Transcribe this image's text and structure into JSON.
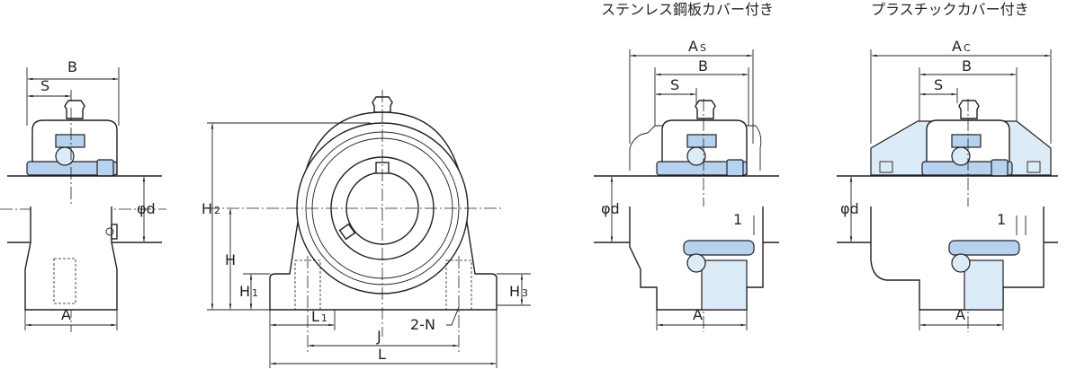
{
  "titles": {
    "stainless_cover": "ステンレス鋼板カバー付き",
    "plastic_cover": "プラスチックカバー付き"
  },
  "side_view": {
    "B": "B",
    "S": "S",
    "A": "A",
    "d": "φd"
  },
  "front_view": {
    "H2": {
      "main": "H",
      "sub": "2"
    },
    "H": "H",
    "H1": {
      "main": "H",
      "sub": "1"
    },
    "H3": {
      "main": "H",
      "sub": "3"
    },
    "L1": {
      "main": "L",
      "sub": "1"
    },
    "J": "J",
    "L": "L",
    "N": "2-N"
  },
  "stainless_view": {
    "As": {
      "main": "A",
      "sub": "S"
    },
    "B": "B",
    "S": "S",
    "A": "A",
    "d": "φd",
    "gap": "1"
  },
  "plastic_view": {
    "Ac": {
      "main": "A",
      "sub": "C"
    },
    "B": "B",
    "S": "S",
    "A": "A",
    "d": "φd",
    "gap": "1"
  },
  "colors": {
    "bearing": "#b7d2ee",
    "cover": "#dcebf8",
    "line": "#231f20"
  }
}
